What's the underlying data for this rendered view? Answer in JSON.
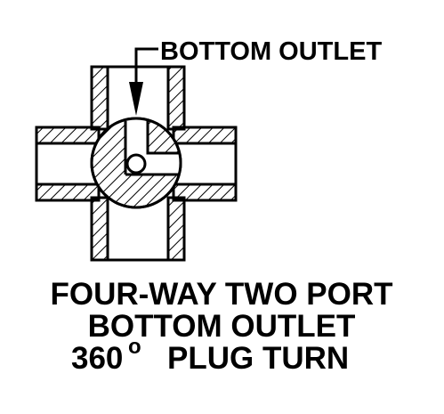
{
  "callout": {
    "label": "BOTTOM OUTLET"
  },
  "caption": {
    "line1": "FOUR-WAY TWO PORT",
    "line2": "BOTTOM OUTLET",
    "line3_value": "360",
    "line3_degree": "o",
    "line3_rest": "PLUG TURN"
  },
  "colors": {
    "ink": "#000000",
    "paper": "#ffffff"
  }
}
